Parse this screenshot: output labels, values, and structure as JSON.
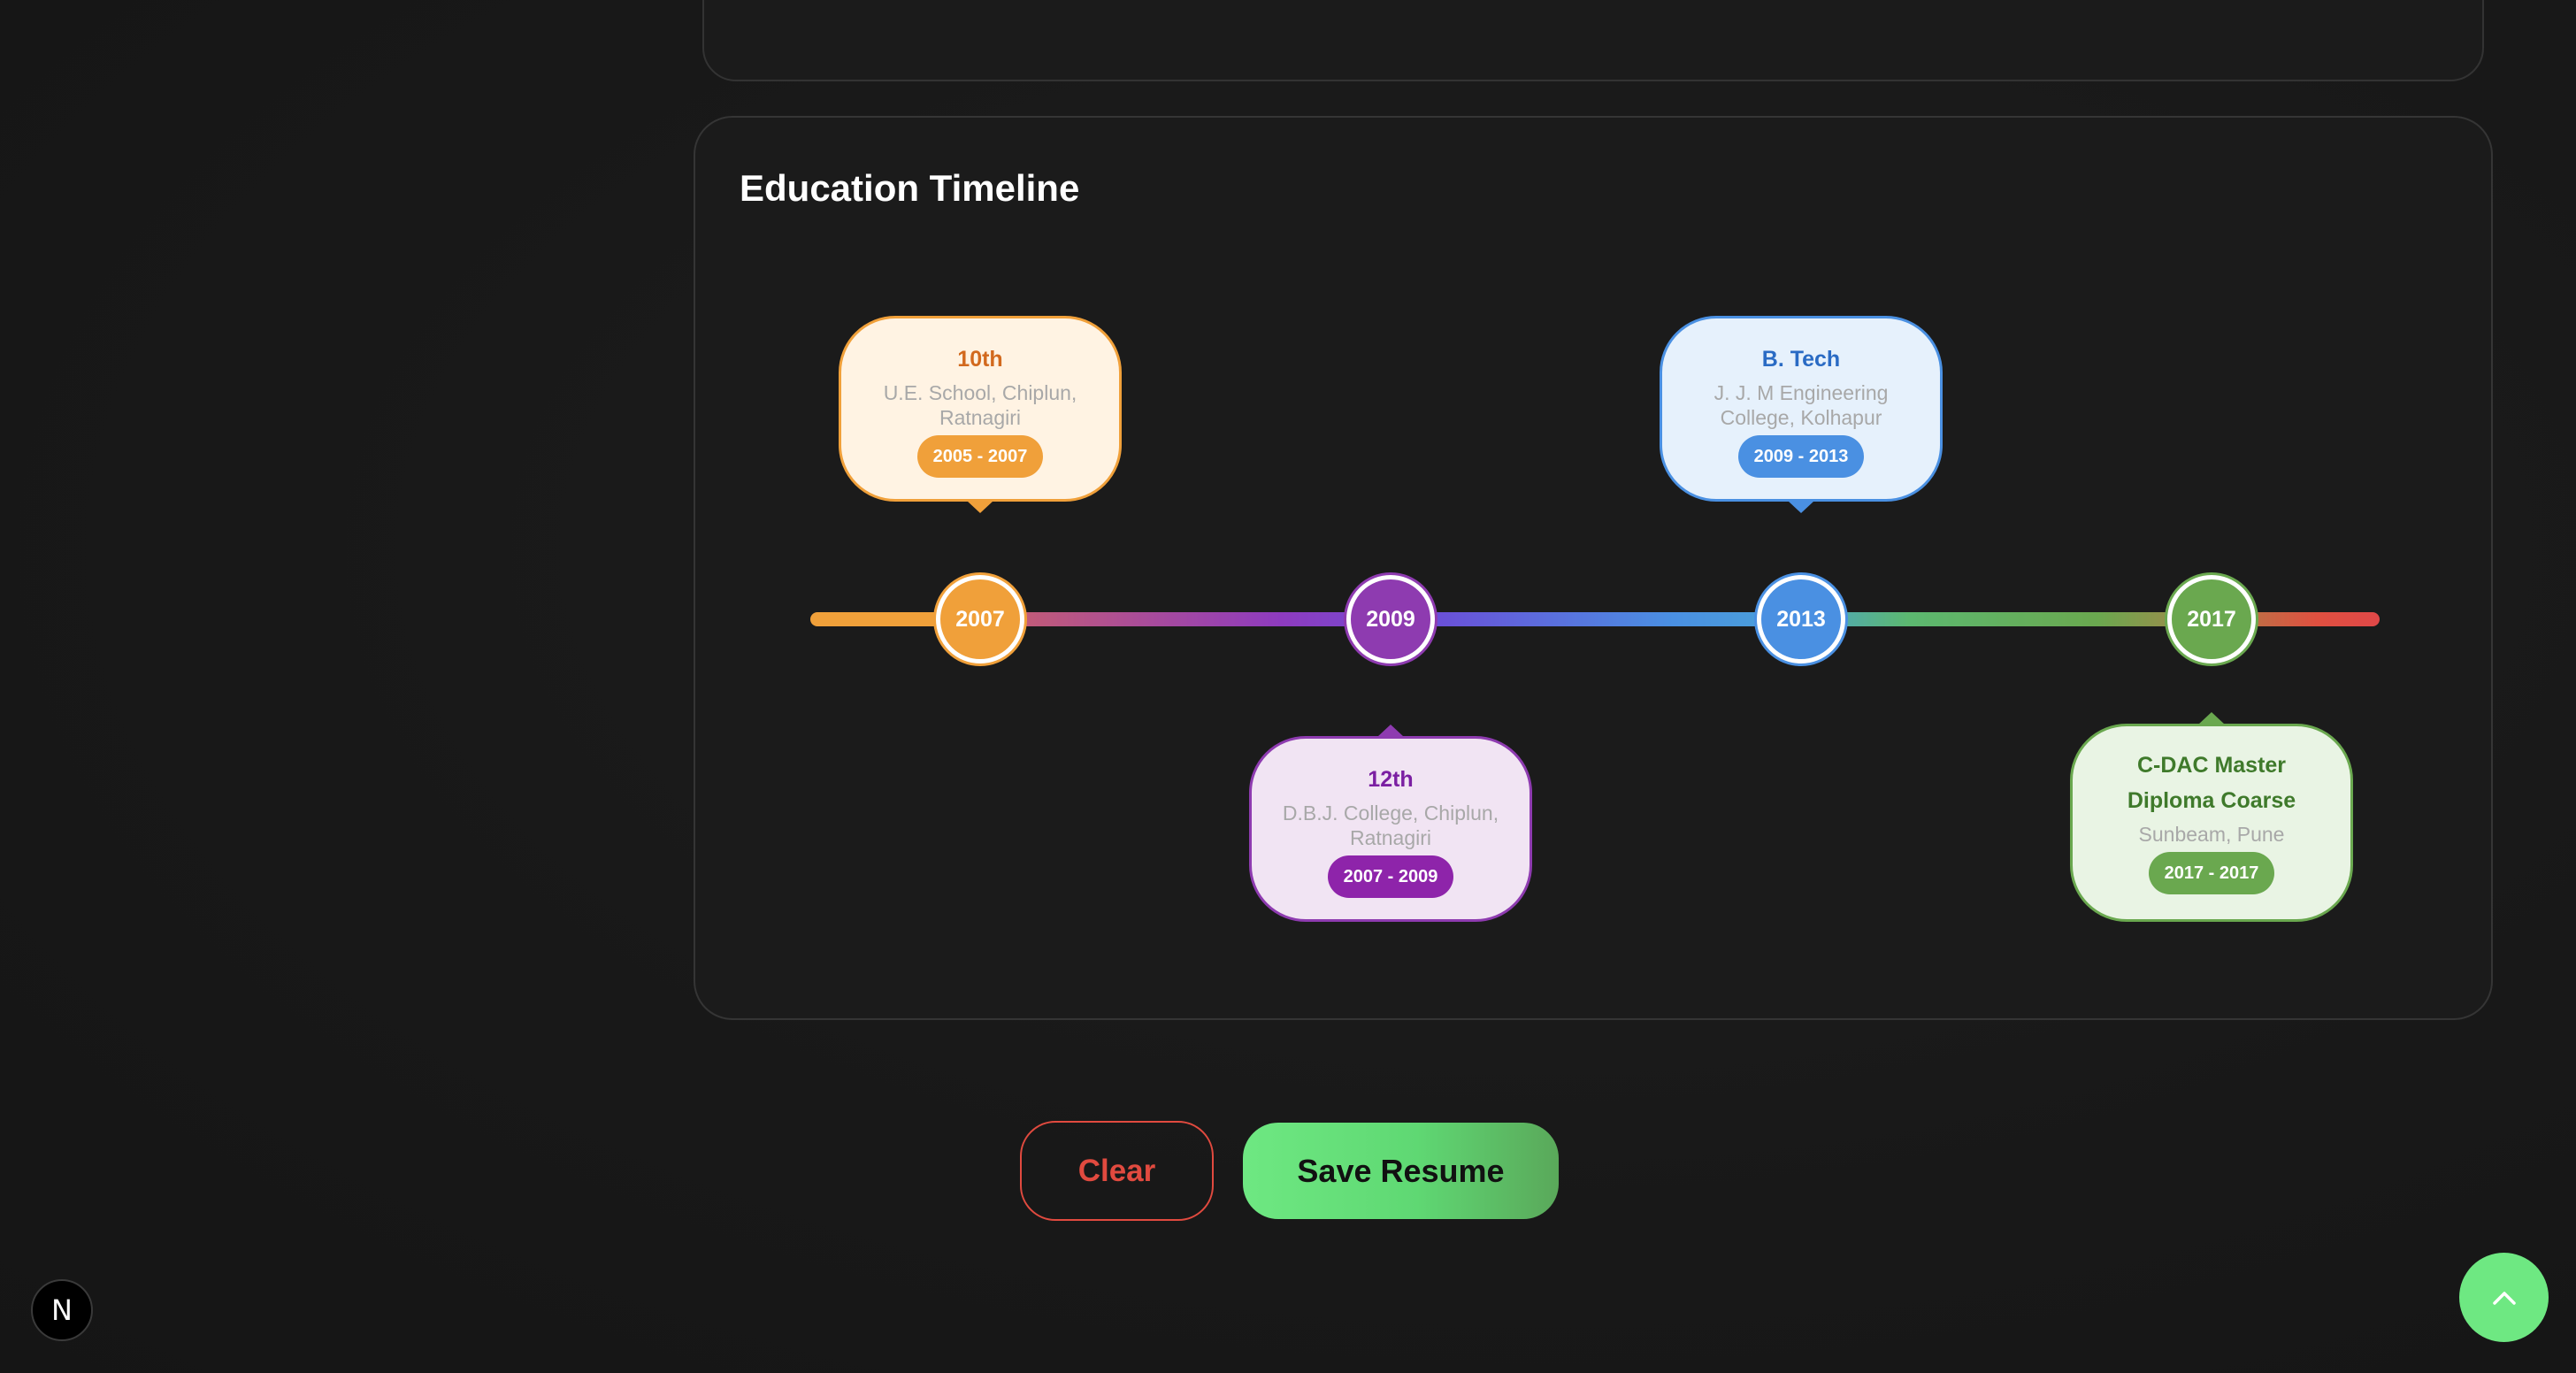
{
  "section": {
    "title": "Education Timeline"
  },
  "timeline": {
    "nodes": [
      {
        "year": "2007"
      },
      {
        "year": "2009"
      },
      {
        "year": "2013"
      },
      {
        "year": "2017"
      }
    ],
    "entries": [
      {
        "title": "10th",
        "school": "U.E. School, Chiplun, Ratnagiri",
        "period": "2005 - 2007",
        "color": "#f0a03a"
      },
      {
        "title": "12th",
        "school": "D.B.J. College, Chiplun, Ratnagiri",
        "period": "2007 - 2009",
        "color": "#8e3bb0"
      },
      {
        "title": "B. Tech",
        "school": "J. J. M Engineering College, Kolhapur",
        "period": "2009 - 2013",
        "color": "#4a90e2"
      },
      {
        "title": "C-DAC Master Diploma Coarse",
        "school": "Sunbeam, Pune",
        "period": "2017 - 2017",
        "color": "#6aa84f"
      }
    ]
  },
  "actions": {
    "clear_label": "Clear",
    "save_label": "Save Resume"
  },
  "badges": {
    "nextjs_icon": "nextjs-logo",
    "nextjs_letter": "N",
    "scroll_top_icon": "chevron-up-icon"
  },
  "colors": {
    "background": "#181818",
    "accent_green": "#6ee882",
    "danger_red": "#e14a3f"
  }
}
